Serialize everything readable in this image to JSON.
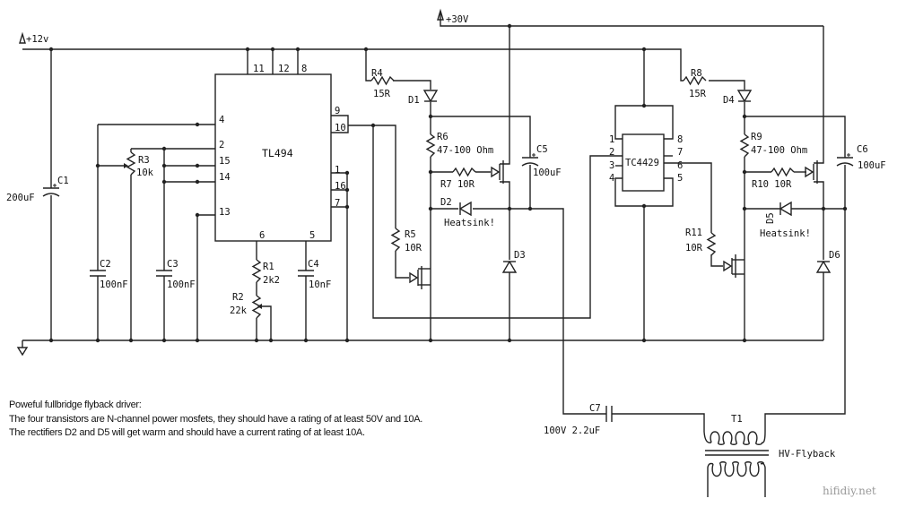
{
  "rails": {
    "v12": "+12v",
    "v30": "+30V"
  },
  "ics": {
    "tl494": "TL494",
    "tc4429": "TC4429"
  },
  "tl494_pins": {
    "p11": "11",
    "p12": "12",
    "p8": "8",
    "p4": "4",
    "p2": "2",
    "p15": "15",
    "p14": "14",
    "p13": "13",
    "p6": "6",
    "p5": "5",
    "p9": "9",
    "p10": "10",
    "p1": "1",
    "p16": "16",
    "p7": "7"
  },
  "tc4429_pins": {
    "p1": "1",
    "p2": "2",
    "p3": "3",
    "p4": "4",
    "p8": "8",
    "p7": "7",
    "p6": "6",
    "p5": "5"
  },
  "components": {
    "C1": {
      "ref": "C1",
      "value": "200uF"
    },
    "C2": {
      "ref": "C2",
      "value": "100nF"
    },
    "C3": {
      "ref": "C3",
      "value": "100nF"
    },
    "C4": {
      "ref": "C4",
      "value": "10nF"
    },
    "C5": {
      "ref": "C5",
      "value": "100uF"
    },
    "C6": {
      "ref": "C6",
      "value": "100uF"
    },
    "C7": {
      "ref": "C7",
      "value": "100V 2.2uF"
    },
    "R1": {
      "ref": "R1",
      "value": "2k2"
    },
    "R2": {
      "ref": "R2",
      "value": "22k"
    },
    "R3": {
      "ref": "R3",
      "value": "10k"
    },
    "R4": {
      "ref": "R4",
      "value": "15R"
    },
    "R5": {
      "ref": "R5",
      "value": "10R"
    },
    "R6": {
      "ref": "R6",
      "value": "47-100 Ohm"
    },
    "R7": {
      "ref": "R7",
      "value": "10R"
    },
    "R8": {
      "ref": "R8",
      "value": "15R"
    },
    "R9": {
      "ref": "R9",
      "value": "47-100 Ohm"
    },
    "R10": {
      "ref": "R10",
      "value": "10R"
    },
    "R11": {
      "ref": "R11",
      "value": "10R"
    },
    "D1": {
      "ref": "D1"
    },
    "D2": {
      "ref": "D2",
      "note": "Heatsink!"
    },
    "D3": {
      "ref": "D3"
    },
    "D4": {
      "ref": "D4"
    },
    "D5": {
      "ref": "D5",
      "note": "Heatsink!"
    },
    "D6": {
      "ref": "D6"
    },
    "T1": {
      "ref": "T1",
      "value": "HV-Flyback"
    }
  },
  "notes": [
    "Poweful fullbridge flyback driver:",
    "The four transistors are N-channel power mosfets, they should have a rating of at least 50V and 10A.",
    "The rectifiers D2 and D5 will get warm and should have a current rating of at least 10A."
  ],
  "watermark": "hifidiy.net"
}
